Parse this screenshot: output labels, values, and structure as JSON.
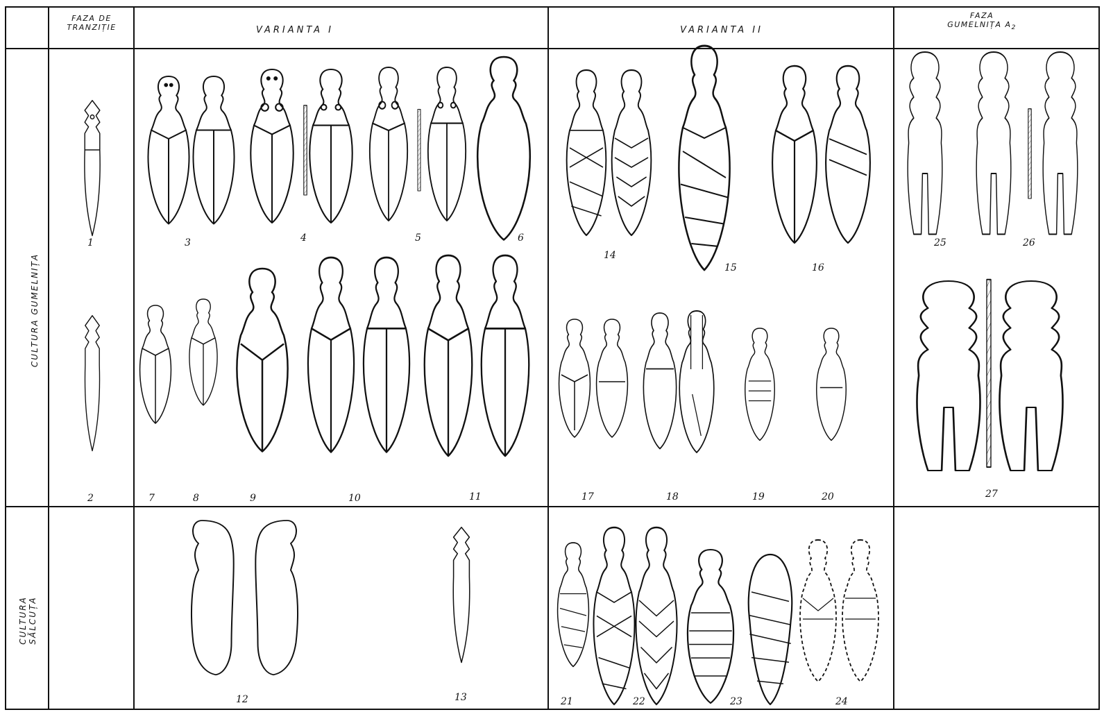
{
  "columns": {
    "transition": [
      "FAZA DE",
      "TRANZIȚIE"
    ],
    "variant1": "VARIANTA  I",
    "variant2": "VARIANTA  II",
    "gumelnita_a2": [
      "FAZA",
      "GUMELNIȚA  A",
      "2"
    ]
  },
  "rows": {
    "gumelnita": "CULTURA   GUMELNIȚA",
    "salcuta": [
      "CULTURA",
      "SĂLCUȚA"
    ]
  },
  "figure_numbers": [
    "1",
    "2",
    "3",
    "4",
    "5",
    "6",
    "7",
    "8",
    "9",
    "10",
    "11",
    "12",
    "13",
    "14",
    "15",
    "16",
    "17",
    "18",
    "19",
    "20",
    "21",
    "22",
    "23",
    "24",
    "25",
    "26",
    "27"
  ]
}
